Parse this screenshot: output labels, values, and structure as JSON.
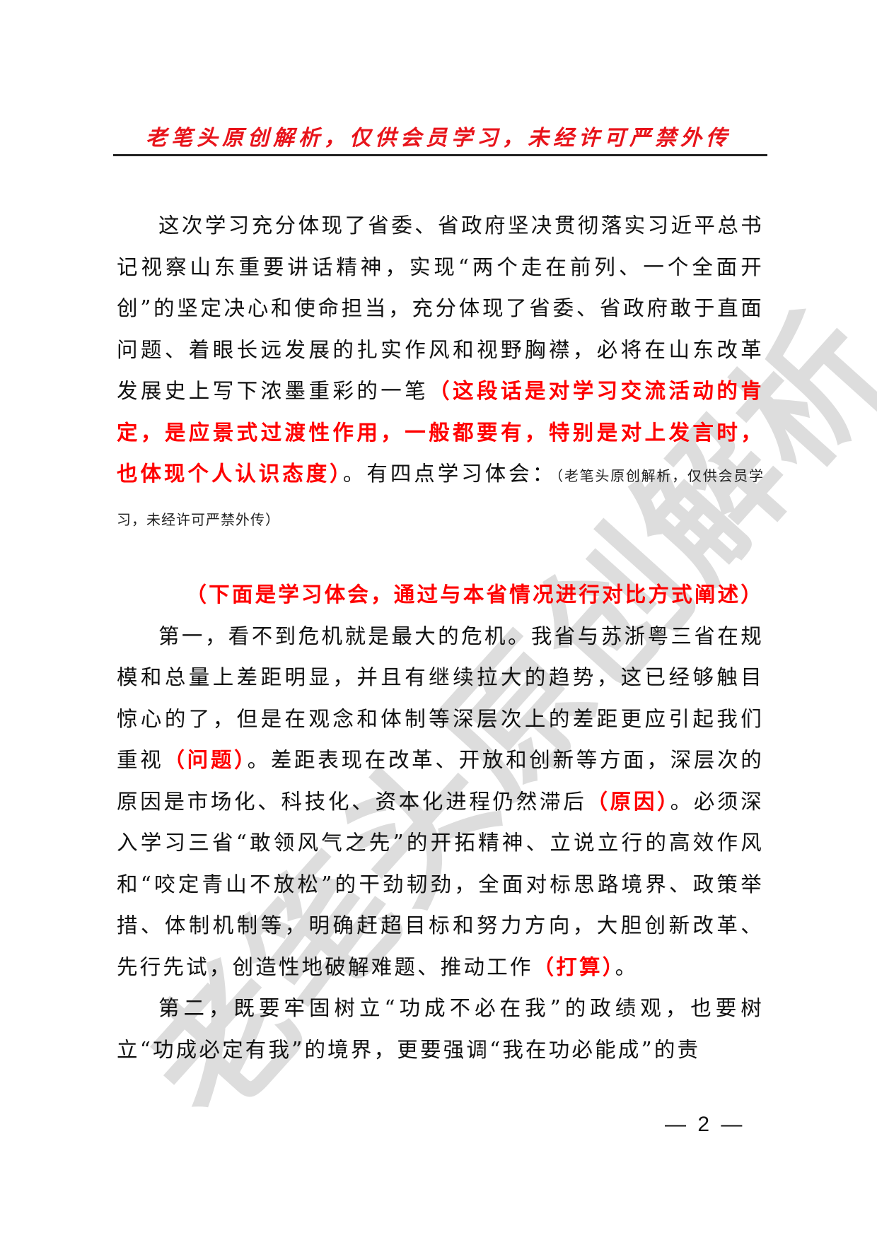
{
  "header": {
    "title": "老笔头原创解析，仅供会员学习，未经许可严禁外传"
  },
  "watermark": {
    "text": "老笔头原创解析"
  },
  "paragraphs": {
    "p1": {
      "text_1": "这次学习充分体现了省委、省政府坚决贯彻落实习近平总书记视察山东重要讲话精神，实现“两个走在前列、一个全面开创”的坚定决心和使命担当，充分体现了省委、省政府敢于直面问题、着眼长远发展的扎实作风和视野胸襟，必将在山东改革发展史上写下浓墨重彩的一笔",
      "annotation_1": "（这段话是对学习交流活动的肯定，是应景式过渡性作用，一般都要有，特别是对上发言时，也体现个人认识态度）",
      "text_2": "。有四点学习体会：",
      "note": "（老笔头原创解析，仅供会员学习，未经许可严禁外传）"
    },
    "sub_heading": "（下面是学习体会，通过与本省情况进行对比方式阐述）",
    "p2": {
      "text_1": "第一，看不到危机就是最大的危机。我省与苏浙粤三省在规模和总量上差距明显，并且有继续拉大的趋势，这已经够触目惊心的了，但是在观念和体制等深层次上的差距更应引起我们重视",
      "annotation_1": "（问题）",
      "text_2": "。差距表现在改革、开放和创新等方面，深层次的原因是市场化、科技化、资本化进程仍然滞后",
      "annotation_2": "（原因）",
      "text_3": "。必须深入学习三省“敢领风气之先”的开拓精神、立说立行的高效作风和“咬定青山不放松”的干劲韧劲，全面对标思路境界、政策举措、体制机制等，明确赶超目标和努力方向，大胆创新改革、先行先试，创造性地破解难题、推动工作",
      "annotation_3": "（打算）",
      "text_4": "。"
    },
    "p3": {
      "text_1": "第二，既要牢固树立“功成不必在我”的政绩观，也要树立“功成必定有我”的境界，更要强调“我在功必能成”的责"
    }
  },
  "footer": {
    "page_number": "— 2 —"
  },
  "colors": {
    "annotation_red": "#ff0000",
    "header_red": "#e8141b",
    "body_text": "#111111",
    "watermark_gray": "#c8c8c8"
  }
}
